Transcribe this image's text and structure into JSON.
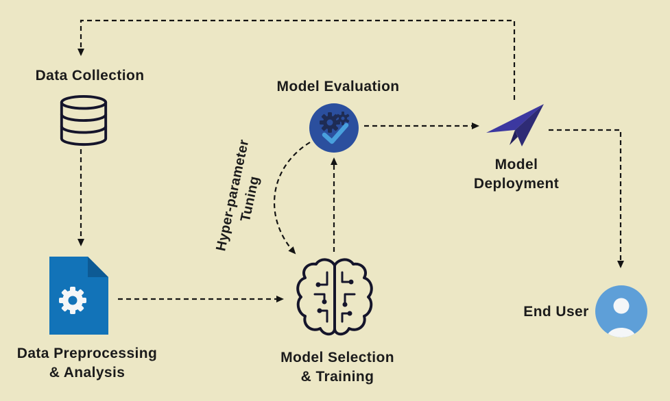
{
  "diagram": {
    "nodes": {
      "data_collection": {
        "label": "Data Collection",
        "icon": "database-icon"
      },
      "data_preprocessing": {
        "label_line1": "Data Preprocessing",
        "label_line2": "& Analysis",
        "icon": "document-gear-icon"
      },
      "model_selection": {
        "label_line1": "Model Selection",
        "label_line2": "& Training",
        "icon": "brain-circuit-icon"
      },
      "model_evaluation": {
        "label": "Model Evaluation",
        "icon": "gears-check-icon"
      },
      "model_deployment": {
        "label_line1": "Model",
        "label_line2": "Deployment",
        "icon": "paper-plane-icon"
      },
      "end_user": {
        "label": "End User",
        "icon": "user-icon"
      },
      "hyperparameter_tuning": {
        "label_line1": "Hyper-parameter",
        "label_line2": "Tuning"
      }
    },
    "colors": {
      "background": "#ece7c5",
      "text": "#1b1b1b",
      "arrow": "#141414",
      "icon_outline": "#15152b",
      "doc_blue": "#1273b8",
      "eval_blue": "#2b4f9e",
      "gear_dark": "#1e2c54",
      "check_blue": "#49a0dd",
      "plane_dark": "#2e2b75",
      "plane_mid": "#3c38a0",
      "user_blue": "#5e9fd8"
    }
  }
}
